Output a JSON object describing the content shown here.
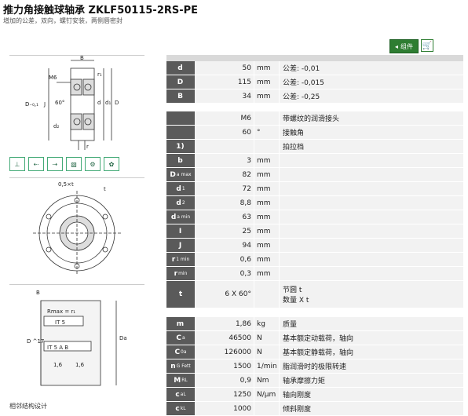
{
  "header": {
    "title": "推力角接触球轴承  ZKLF50115-2RS-PE",
    "subtitle": "增加的公差，双向，螺钉安装，两侧唇密封"
  },
  "toolbar": {
    "component_label": "组件"
  },
  "drawing": {
    "section_labels": {
      "B": "B",
      "M6": "M6",
      "r1": "r₁",
      "angle": "60°",
      "D01": "D₋₀,₁",
      "J": "J",
      "d2": "d₂",
      "d1": "d₁",
      "D": "D",
      "d": "d",
      "r": "r"
    },
    "front_labels": {
      "chamfer": "0,5×t",
      "t": "t"
    },
    "mount_labels": {
      "B": "B",
      "rmax": "Rmax = r₁",
      "it5a": "IT 5",
      "da": "Da",
      "d17": "D ^17",
      "it5b": "IT 5  A  B",
      "r16a": "1,6",
      "r16b": "1,6"
    },
    "caption": "相邻结构设计"
  },
  "table1": [
    {
      "key": "d",
      "sub": "",
      "value": "50",
      "unit": "mm",
      "desc": "公差: -0,01"
    },
    {
      "key": "D",
      "sub": "",
      "value": "115",
      "unit": "mm",
      "desc": "公差: -0,015"
    },
    {
      "key": "B",
      "sub": "",
      "value": "34",
      "unit": "mm",
      "desc": "公差: -0,25"
    }
  ],
  "table2": [
    {
      "key": "",
      "sub": "",
      "value": "M6",
      "unit": "",
      "desc": "带螺纹的润滑接头"
    },
    {
      "key": "",
      "sub": "",
      "value": "60",
      "unit": "°",
      "desc": "接触角"
    },
    {
      "key": "1)",
      "sub": "",
      "value": "",
      "unit": "",
      "desc": "拍拉档"
    },
    {
      "key": "b",
      "sub": "",
      "value": "3",
      "unit": "mm",
      "desc": ""
    },
    {
      "key": "D",
      "sub": "a max",
      "value": "82",
      "unit": "mm",
      "desc": ""
    },
    {
      "key": "d",
      "sub": "1",
      "value": "72",
      "unit": "mm",
      "desc": ""
    },
    {
      "key": "d",
      "sub": "2",
      "value": "8,8",
      "unit": "mm",
      "desc": ""
    },
    {
      "key": "d",
      "sub": "a min",
      "value": "63",
      "unit": "mm",
      "desc": ""
    },
    {
      "key": "I",
      "sub": "",
      "value": "25",
      "unit": "mm",
      "desc": ""
    },
    {
      "key": "J",
      "sub": "",
      "value": "94",
      "unit": "mm",
      "desc": ""
    },
    {
      "key": "r",
      "sub": "1 min",
      "value": "0,6",
      "unit": "mm",
      "desc": ""
    },
    {
      "key": "r",
      "sub": "min",
      "value": "0,3",
      "unit": "mm",
      "desc": ""
    }
  ],
  "table2_last": {
    "key": "t",
    "value": "6 X 60°",
    "desc1": "节圆  t",
    "desc2": "数量  X t"
  },
  "table3": [
    {
      "key": "m",
      "sub": "",
      "value": "1,86",
      "unit": "kg",
      "desc": "质量"
    },
    {
      "key": "C",
      "sub": "a",
      "value": "46500",
      "unit": "N",
      "desc": "基本额定动载荷，轴向"
    },
    {
      "key": "C",
      "sub": "0a",
      "value": "126000",
      "unit": "N",
      "desc": "基本额定静载荷，轴向"
    },
    {
      "key": "n",
      "sub": "G Fett",
      "value": "1500",
      "unit": "1/min",
      "desc": "脂润滑时的极限转速"
    },
    {
      "key": "M",
      "sub": "RL",
      "value": "0,9",
      "unit": "Nm",
      "desc": "轴承摩擦力矩"
    },
    {
      "key": "c",
      "sub": "aL",
      "value": "1250",
      "unit": "N/μm",
      "desc": "轴向刚度"
    },
    {
      "key": "c",
      "sub": "kL",
      "value": "1000",
      "unit": "",
      "desc": "倾斜刚度"
    }
  ]
}
